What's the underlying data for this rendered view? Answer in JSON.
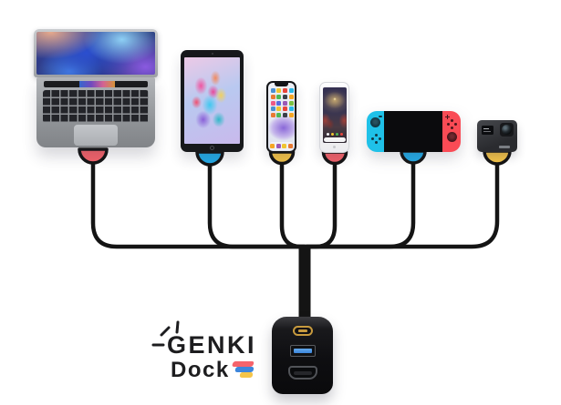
{
  "logo": {
    "brand": "GENKI",
    "product": "Dock"
  },
  "colors": {
    "theme": {
      "red": "#F5646C",
      "blue": "#25ACE8",
      "yellow": "#F5C54A",
      "joycon_blue": "#1FC1E8",
      "joycon_red": "#FA4B55",
      "cable": "#141414",
      "logo_text": "#1D1D1F",
      "port_gold": "#C79A3E",
      "port_blue": "#3D86DC"
    },
    "iphone_icon_palette": [
      "#e8453c",
      "#f5a623",
      "#4a90d2",
      "#50b954",
      "#9b59b6",
      "#26b8e8",
      "#ee5a86",
      "#f0c530",
      "#3a3f4a",
      "#7ac143",
      "#e87a33",
      "#5a6be0"
    ],
    "pixel_app_dots": [
      "#f4f4f6",
      "#f0c530",
      "#50b954",
      "#e8453c"
    ]
  },
  "devices": [
    {
      "name": "MacBook Pro laptop",
      "connector": "red"
    },
    {
      "name": "iPad tablet",
      "connector": "blue"
    },
    {
      "name": "iPhone X smartphone",
      "connector": "yellow"
    },
    {
      "name": "Google Pixel smartphone",
      "connector": "red"
    },
    {
      "name": "Nintendo Switch console",
      "connector": "blue"
    },
    {
      "name": "GoPro action camera",
      "connector": "yellow"
    }
  ],
  "dock": {
    "name": "GENKI Dock",
    "ports": [
      {
        "name": "usb-c"
      },
      {
        "name": "usb-a"
      },
      {
        "name": "hdmi"
      }
    ]
  }
}
